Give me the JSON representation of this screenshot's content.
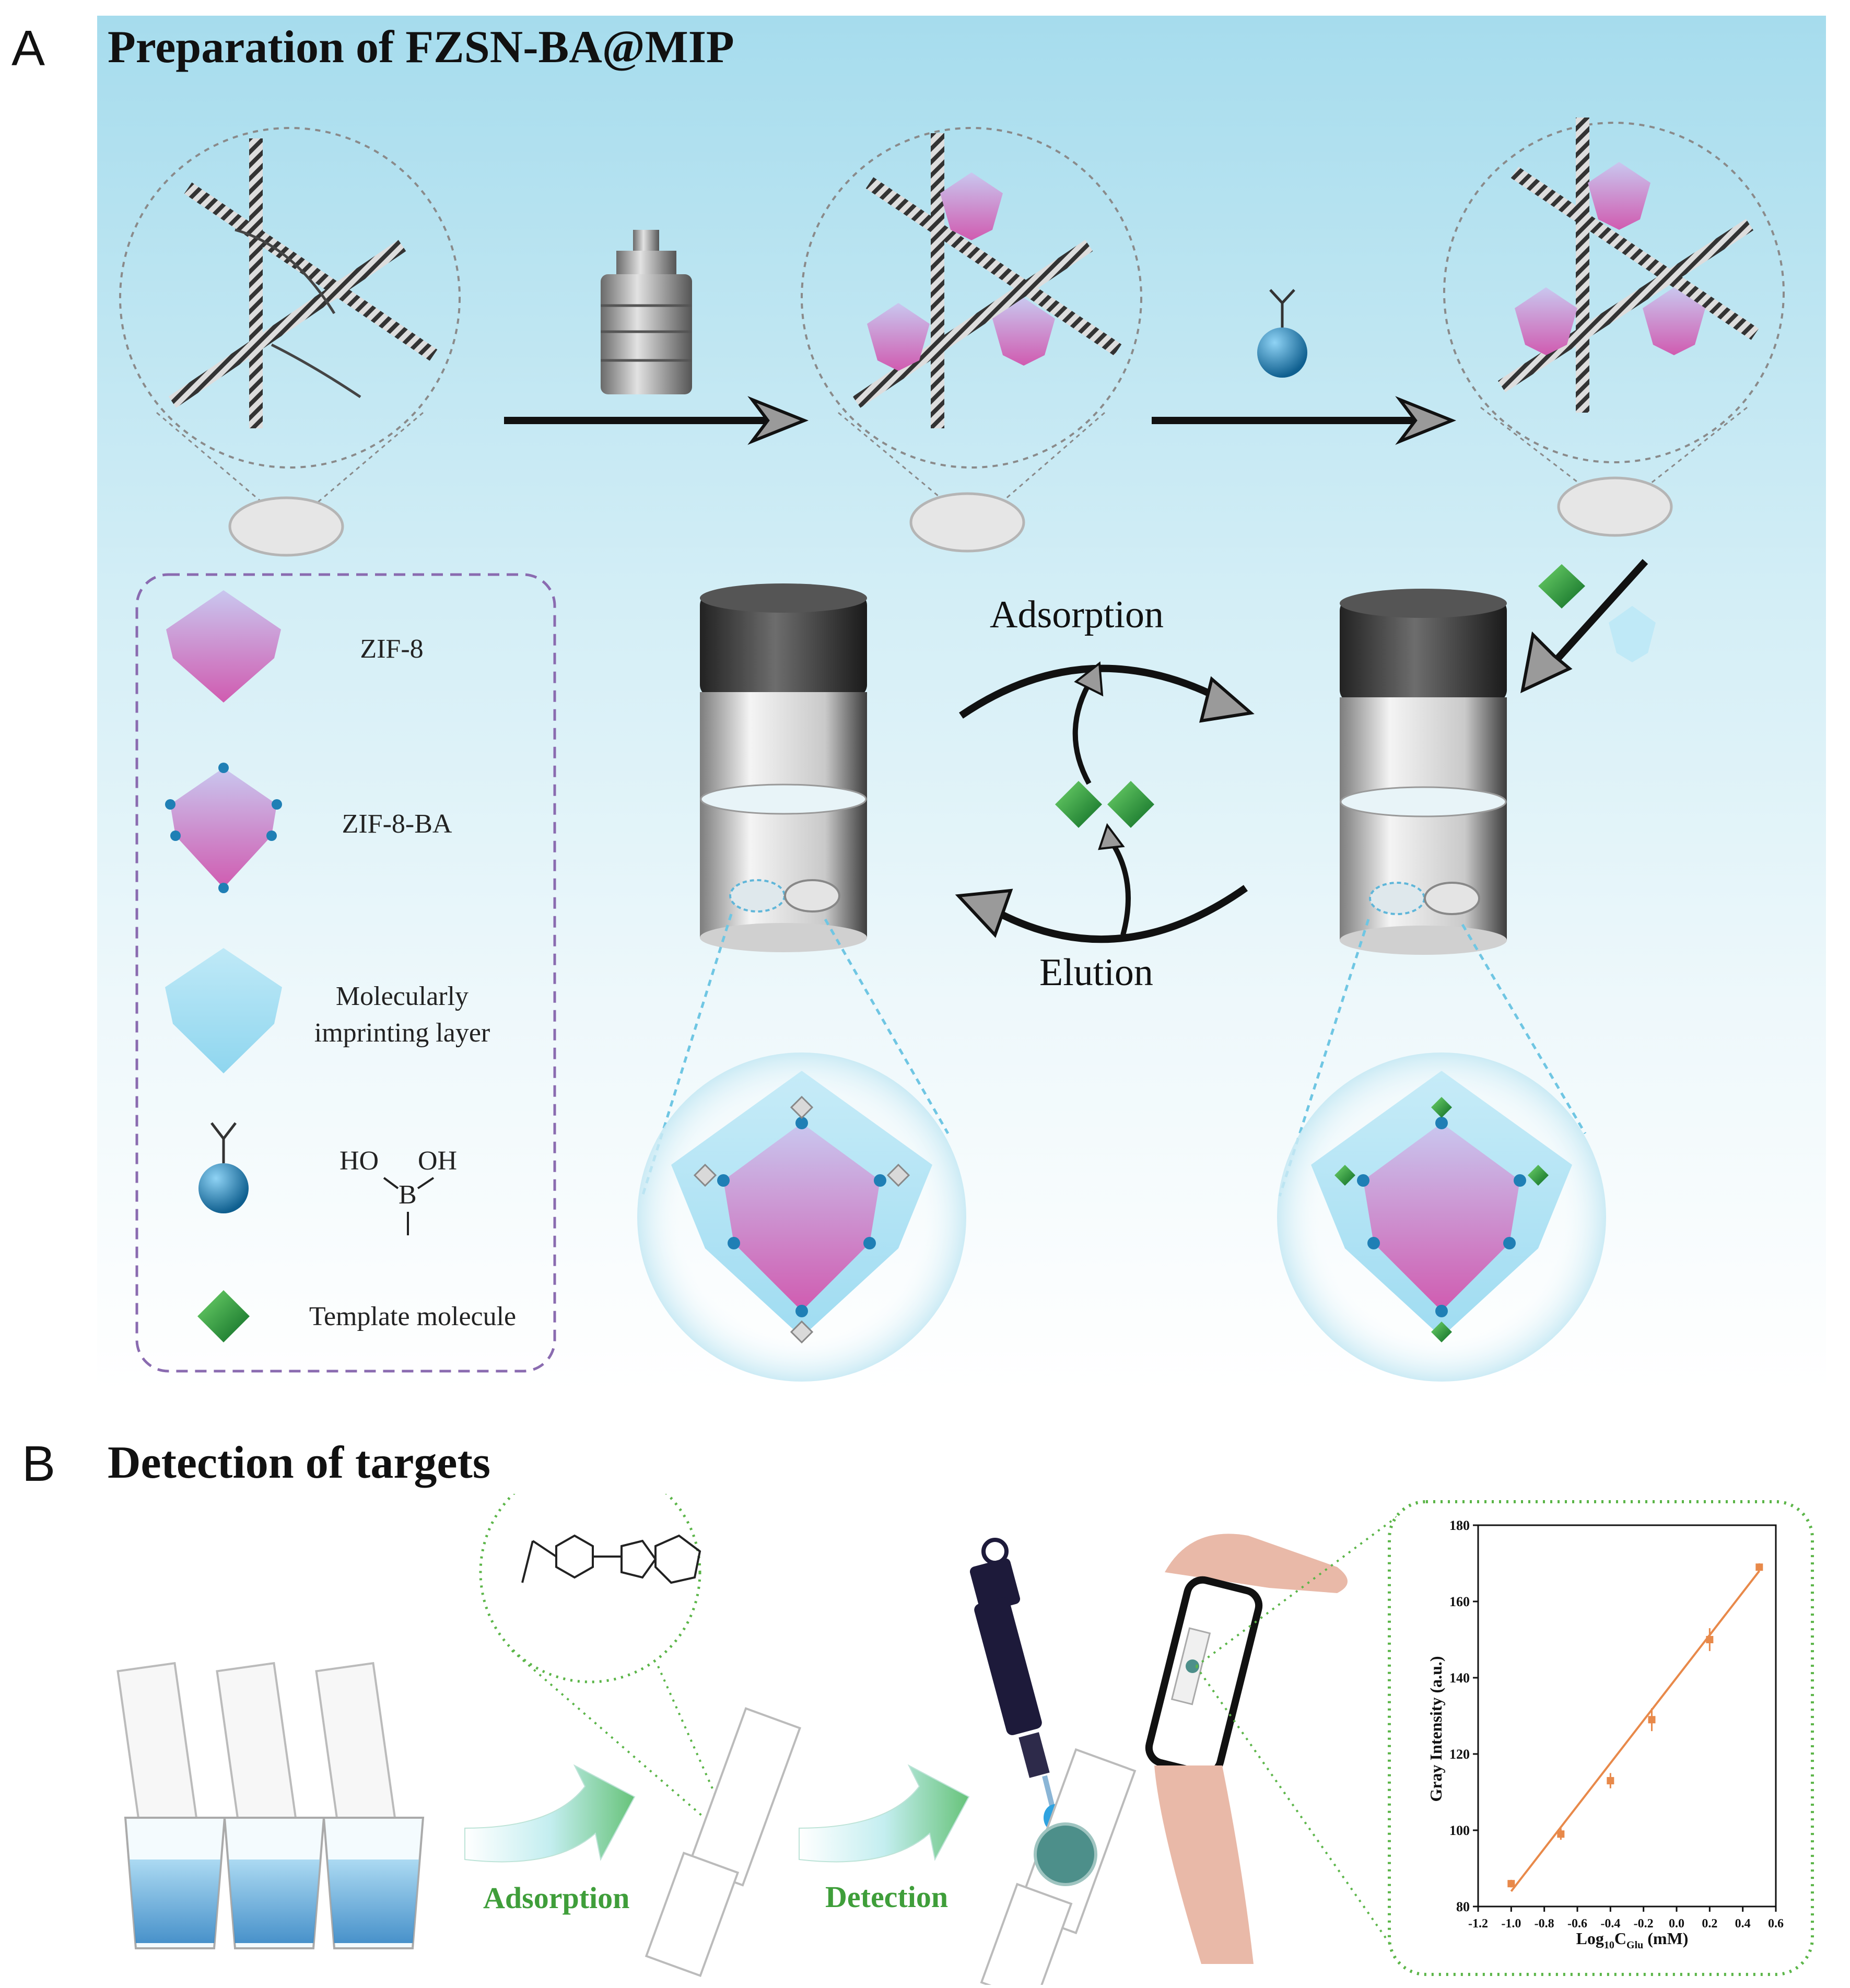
{
  "panel_a": {
    "letter": "A",
    "title": "Preparation of FZSN-BA@MIP",
    "cycle": {
      "top_label": "Adsorption",
      "bottom_label": "Elution"
    },
    "legend": [
      {
        "icon": "zif8-crystal-icon",
        "label": "ZIF-8"
      },
      {
        "icon": "zif8-ba-crystal-icon",
        "label": "ZIF-8-BA"
      },
      {
        "icon": "imprinting-layer-icon",
        "label_line1": "Molecularly",
        "label_line2": "imprinting layer"
      },
      {
        "icon": "boronic-acid-sphere-icon",
        "chem_ho": "HO",
        "chem_oh": "OH",
        "chem_b": "B"
      },
      {
        "icon": "template-diamond-icon",
        "label": "Template molecule"
      }
    ],
    "colors": {
      "crystal_top": "#c9c7ef",
      "crystal_bottom": "#d05bb0",
      "boron_blue": "#1f7fb5",
      "template_green": "#1f9a3a",
      "legend_border": "#8a6bb0",
      "imprint_layer": "#a9e0f3"
    }
  },
  "panel_b": {
    "letter": "B",
    "title": "Detection of targets",
    "step1_label": "Adsorption",
    "step2_label": "Detection",
    "chart_data": {
      "type": "scatter",
      "xlabel_main": "Log",
      "xlabel_sub1": "10",
      "xlabel_c": "C",
      "xlabel_sub2": "Glu",
      "xlabel_unit": " (mM)",
      "ylabel": "Gray Intensity (a.u.)",
      "xlim": [
        -1.2,
        0.6
      ],
      "ylim": [
        80,
        180
      ],
      "x_ticks": [
        "-1.2",
        "-1.0",
        "-0.8",
        "-0.6",
        "-0.4",
        "-0.2",
        "0.0",
        "0.2",
        "0.4",
        "0.6"
      ],
      "y_ticks": [
        "80",
        "100",
        "120",
        "140",
        "160",
        "180"
      ],
      "points": [
        {
          "x": -1.0,
          "y": 86,
          "err": 1
        },
        {
          "x": -0.7,
          "y": 99,
          "err": 1.5
        },
        {
          "x": -0.4,
          "y": 113,
          "err": 2
        },
        {
          "x": -0.15,
          "y": 129,
          "err": 3
        },
        {
          "x": 0.2,
          "y": 150,
          "err": 3
        },
        {
          "x": 0.5,
          "y": 169,
          "err": 1
        }
      ],
      "fit_line": {
        "x_start": -1.0,
        "y_start": 84,
        "x_end": 0.5,
        "y_end": 168
      },
      "point_color": "#e8894a",
      "line_color": "#e8894a"
    }
  }
}
